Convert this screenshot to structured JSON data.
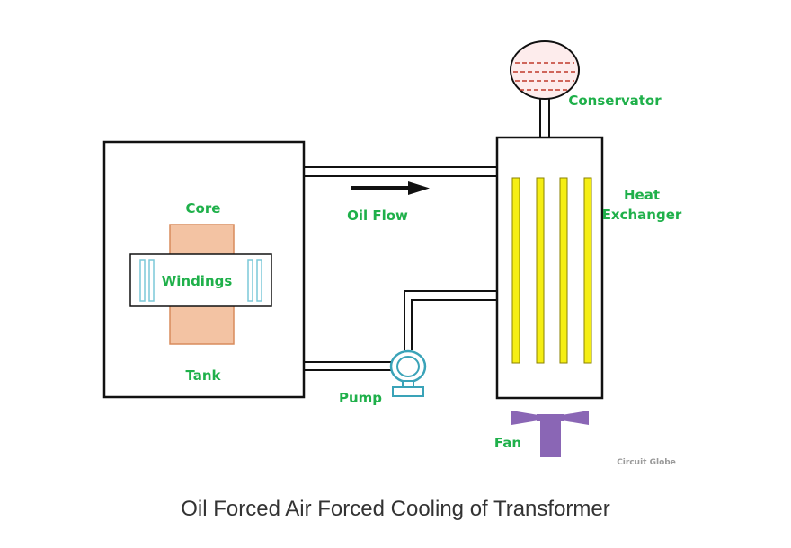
{
  "labels": {
    "core": "Core",
    "windings": "Windings",
    "tank": "Tank",
    "oil_flow": "Oil Flow",
    "pump": "Pump",
    "conservator": "Conservator",
    "heat_line1": "Heat",
    "heat_line2": "Exchanger",
    "fan": "Fan"
  },
  "watermark": "Circuit Globe",
  "caption": "Oil Forced Air Forced Cooling of Transformer",
  "colors": {
    "label_green": "#1fb04a",
    "core_fill": "#f3c3a3",
    "core_stroke": "#d88b5c",
    "winding_stroke": "#7cc9d8",
    "pump_stroke": "#3aa3b8",
    "tube_fill": "#f5ee14",
    "tube_stroke": "#8a8200",
    "fan_color": "#8a66b5",
    "conservator_fill": "#fdecec",
    "oil_dash": "#c0392b",
    "line_color": "#111111"
  }
}
